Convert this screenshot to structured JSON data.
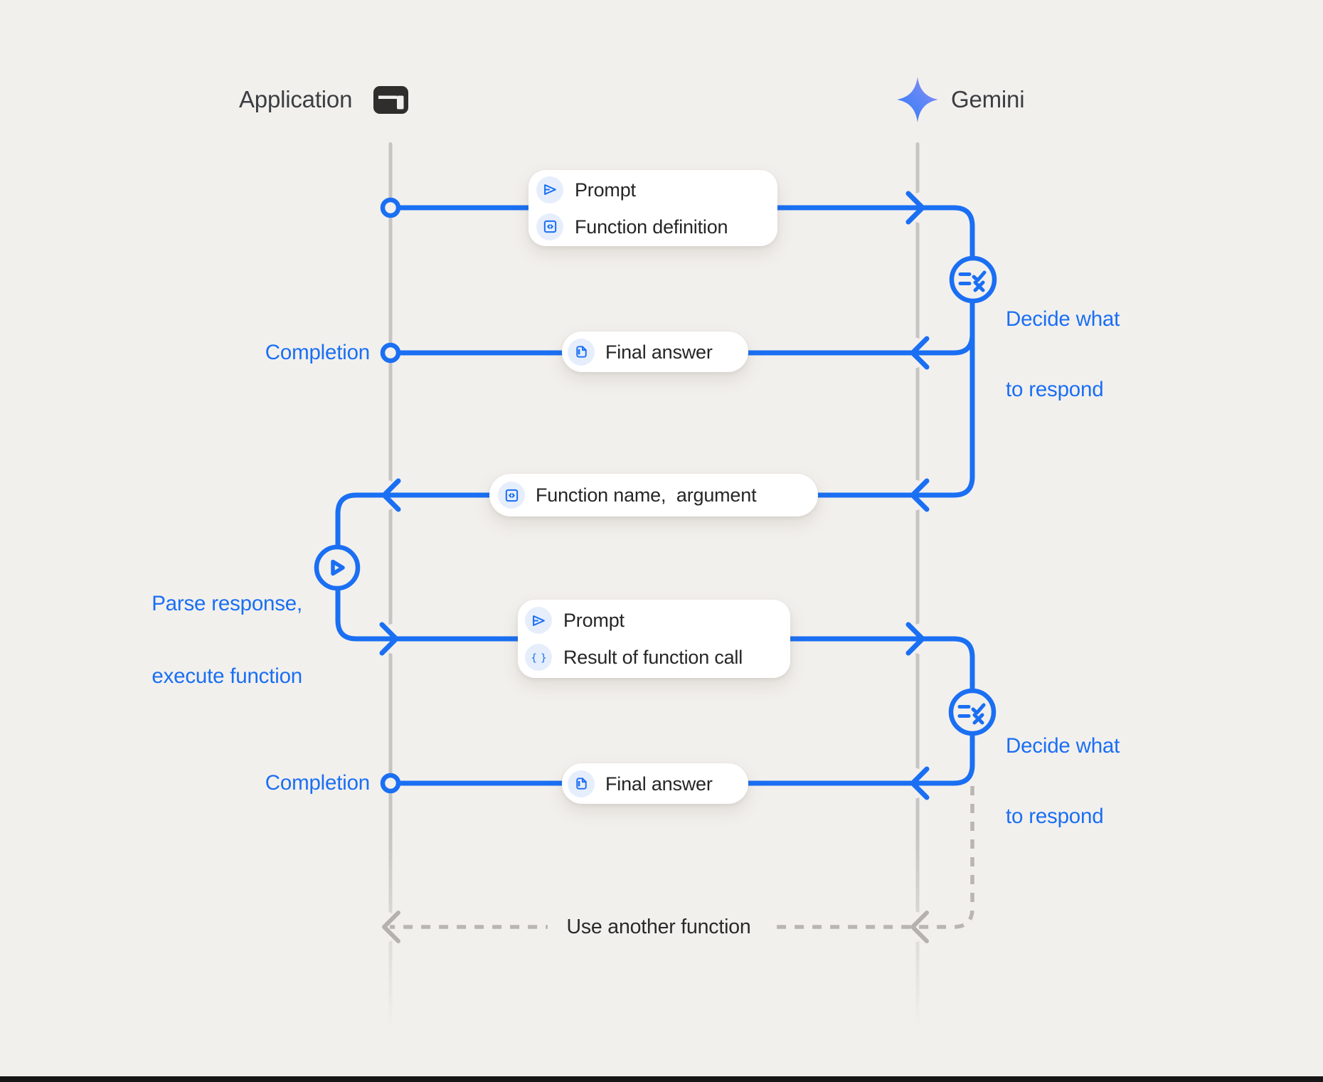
{
  "actors": {
    "application": {
      "label": "Application",
      "icon": "app-window-icon"
    },
    "gemini": {
      "label": "Gemini",
      "icon": "gemini-sparkle-icon"
    }
  },
  "boxes": {
    "prompt_with_definition": {
      "rows": [
        {
          "icon": "send-icon",
          "label": "Prompt"
        },
        {
          "icon": "code-square-icon",
          "label": "Function definition"
        }
      ]
    },
    "final_answer_1": {
      "rows": [
        {
          "icon": "document-icon",
          "label": "Final answer"
        }
      ]
    },
    "function_call": {
      "rows": [
        {
          "icon": "code-square-icon",
          "label": "Function name,  argument"
        }
      ]
    },
    "prompt_with_result": {
      "rows": [
        {
          "icon": "send-icon",
          "label": "Prompt"
        },
        {
          "icon": "braces-icon",
          "label": "Result of function call"
        }
      ]
    },
    "final_answer_2": {
      "rows": [
        {
          "icon": "document-icon",
          "label": "Final answer"
        }
      ]
    }
  },
  "annotations": {
    "completion_1": "Completion",
    "completion_2": "Completion",
    "decide_1": {
      "line1": "Decide what",
      "line2": "to respond"
    },
    "decide_2": {
      "line1": "Decide what",
      "line2": "to respond"
    },
    "parse": {
      "line1": "Parse response,",
      "line2": "execute function"
    },
    "loop_back": "Use another function"
  },
  "colors": {
    "accent_blue": "#1a6ff3",
    "background": "#f2f0ed",
    "lifeline_gray": "#c7c5c2",
    "dashed_gray": "#b9b6b2",
    "icon_chip_blue": "#e6eefc",
    "text_dark": "#262626",
    "header_gray": "#3b3e42",
    "footer_bar": "#161616",
    "sparkle_gradient_start": "#2e7bf6",
    "sparkle_gradient_end": "#9c8df2"
  }
}
